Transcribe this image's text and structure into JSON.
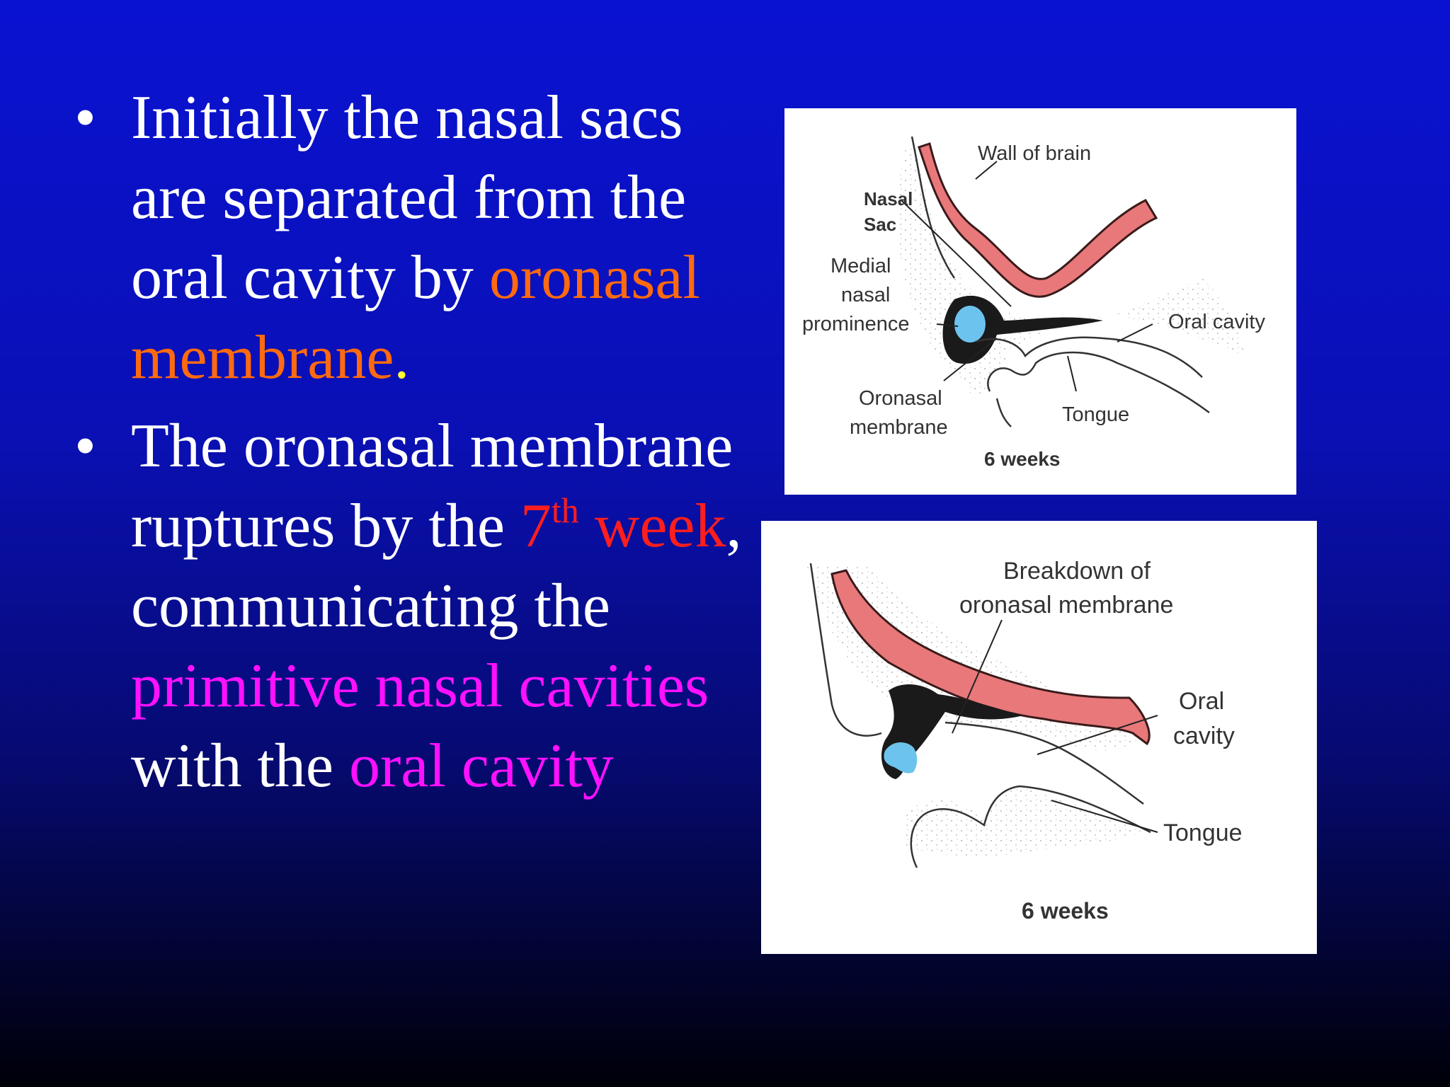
{
  "slide": {
    "bullets": [
      {
        "segments": [
          {
            "text": "Initially the nasal sacs are separated from the oral cavity by ",
            "color": "#ffffff"
          },
          {
            "text": "oronasal membrane",
            "color": "#ff6a10"
          },
          {
            "text": ".",
            "color": "#ffff33"
          }
        ]
      },
      {
        "segments": [
          {
            "text": "The oronasal membrane ruptures by the ",
            "color": "#ffffff"
          },
          {
            "text": "7",
            "color": "#ff1e1e"
          },
          {
            "text": "th",
            "color": "#ff1e1e",
            "superscript": true
          },
          {
            "text": " week",
            "color": "#ff1e1e"
          },
          {
            "text": ", communicating the ",
            "color": "#ffffff"
          },
          {
            "text": "primitive nasal cavities",
            "color": "#ff10ff"
          },
          {
            "text": " with the ",
            "color": "#ffffff"
          },
          {
            "text": "oral cavity",
            "color": "#ff10ff"
          }
        ]
      }
    ]
  },
  "figure_top": {
    "labels": {
      "wall_of_brain": "Wall of brain",
      "nasal_sac_1": "Nasal",
      "nasal_sac_2": "Sac",
      "medial_1": "Medial",
      "medial_2": "nasal",
      "medial_3": "prominence",
      "oral_cavity": "Oral cavity",
      "oronasal_1": "Oronasal",
      "oronasal_2": "membrane",
      "tongue": "Tongue",
      "caption": "6 weeks"
    }
  },
  "figure_bottom": {
    "labels": {
      "breakdown_1": "Breakdown of",
      "breakdown_2": "oronasal membrane",
      "oral_1": "Oral",
      "oral_2": "cavity",
      "tongue": "Tongue",
      "caption": "6 weeks"
    }
  },
  "colors": {
    "background_top": "#0a12d2",
    "background_bottom": "#000008",
    "brain_wall": "#e8787a",
    "nasal_sac": "#6cc3ee"
  }
}
